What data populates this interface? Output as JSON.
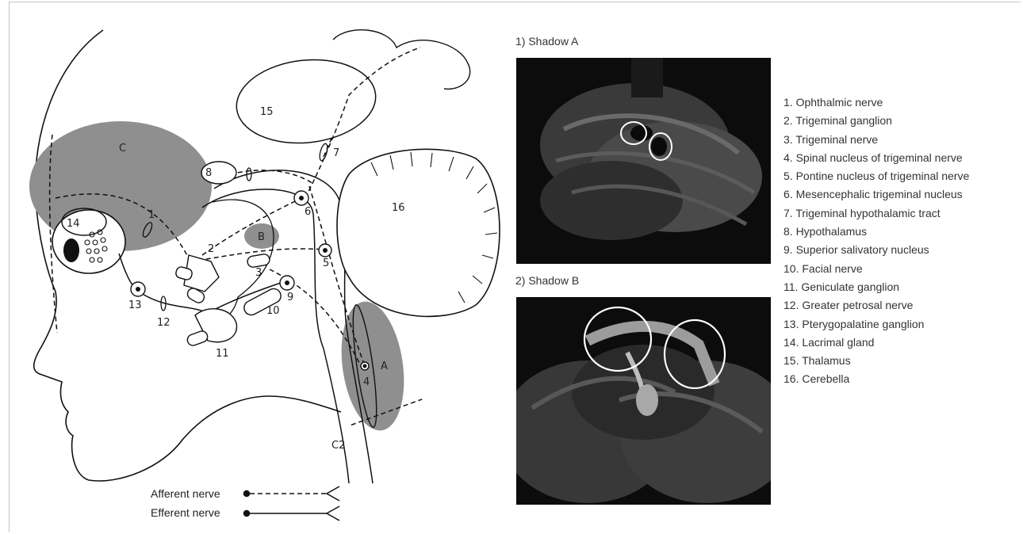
{
  "diagram": {
    "region_labels": {
      "A": "A",
      "B": "B",
      "C": "C",
      "C2": "C2"
    },
    "node_labels": [
      "1",
      "2",
      "3",
      "4",
      "5",
      "6",
      "7",
      "8",
      "9",
      "10",
      "11",
      "12",
      "13",
      "14",
      "15",
      "16"
    ],
    "legend": {
      "afferent": "Afferent nerve",
      "efferent": "Efferent nerve"
    }
  },
  "panels": [
    {
      "title": "1) Shadow A"
    },
    {
      "title": "2) Shadow B"
    }
  ],
  "key": [
    "1. Ophthalmic nerve",
    "2. Trigeminal ganglion",
    "3. Trigeminal nerve",
    "4. Spinal nucleus of trigeminal nerve",
    "5. Pontine nucleus of trigeminal nerve",
    "6. Mesencephalic trigeminal nucleus",
    "7. Trigeminal hypothalamic tract",
    "8. Hypothalamus",
    "9. Superior salivatory nucleus",
    "10. Facial nerve",
    "11. Geniculate ganglion",
    "12. Greater petrosal nerve",
    "13. Pterygopalatine ganglion",
    "14. Lacrimal gland",
    "15. Thalamus",
    "16. Cerebella"
  ],
  "colors": {
    "shadow": "#8f8f8f",
    "line": "#111111",
    "mri_bg": "#0c0c0c",
    "roi": "#ffffff"
  }
}
